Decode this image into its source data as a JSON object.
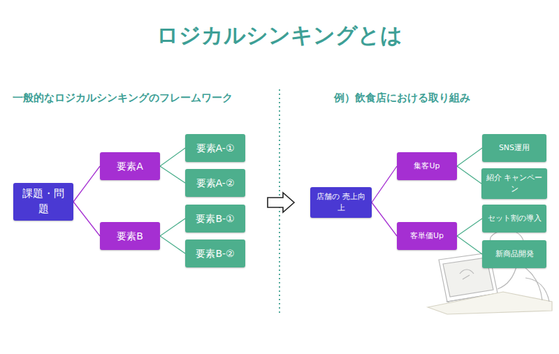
{
  "diagram": {
    "title": "ロジカルシンキングとは",
    "nodes": [
      {
        "text": [
          "課題・問題"
        ]
      },
      {
        "text": [
          "要素A"
        ]
      },
      {
        "text": [
          "要素B"
        ]
      },
      {
        "text": [
          "要素A-①"
        ]
      },
      {
        "text": [
          "要素A-②"
        ]
      },
      {
        "text": [
          "要素B-①"
        ]
      },
      {
        "text": [
          "要素B-②"
        ]
      },
      {
        "text": [
          "店舗の 売上向上"
        ]
      },
      {
        "text": [
          "集客Up"
        ]
      },
      {
        "text": [
          "客単価Up"
        ]
      },
      {
        "text": [
          "SNS運用"
        ]
      },
      {
        "text": [
          "紹介 キャンペーン"
        ]
      },
      {
        "text": [
          "セット割の導入"
        ]
      },
      {
        "text": [
          "新商品開発"
        ]
      }
    ],
    "edges": [
      {
        "from": 0,
        "to": 1,
        "arrow": "none"
      },
      {
        "from": 0,
        "to": 2,
        "arrow": "none"
      },
      {
        "from": 1,
        "to": 3,
        "arrow": "none"
      },
      {
        "from": 1,
        "to": 4,
        "arrow": "none"
      },
      {
        "from": 2,
        "to": 5,
        "arrow": "none"
      },
      {
        "from": 2,
        "to": 6,
        "arrow": "none"
      },
      {
        "from": 7,
        "to": 8,
        "arrow": "none"
      },
      {
        "from": 7,
        "to": 9,
        "arrow": "none"
      },
      {
        "from": 8,
        "to": 10,
        "arrow": "none"
      },
      {
        "from": 8,
        "to": 11,
        "arrow": "none"
      },
      {
        "from": 9,
        "to": 12,
        "arrow": "none"
      },
      {
        "from": 9,
        "to": 13,
        "arrow": "none"
      }
    ],
    "labels": [
      "一般的なロジカルシンキングのフレームワーク",
      "例）飲食店における取り組み"
    ]
  }
}
